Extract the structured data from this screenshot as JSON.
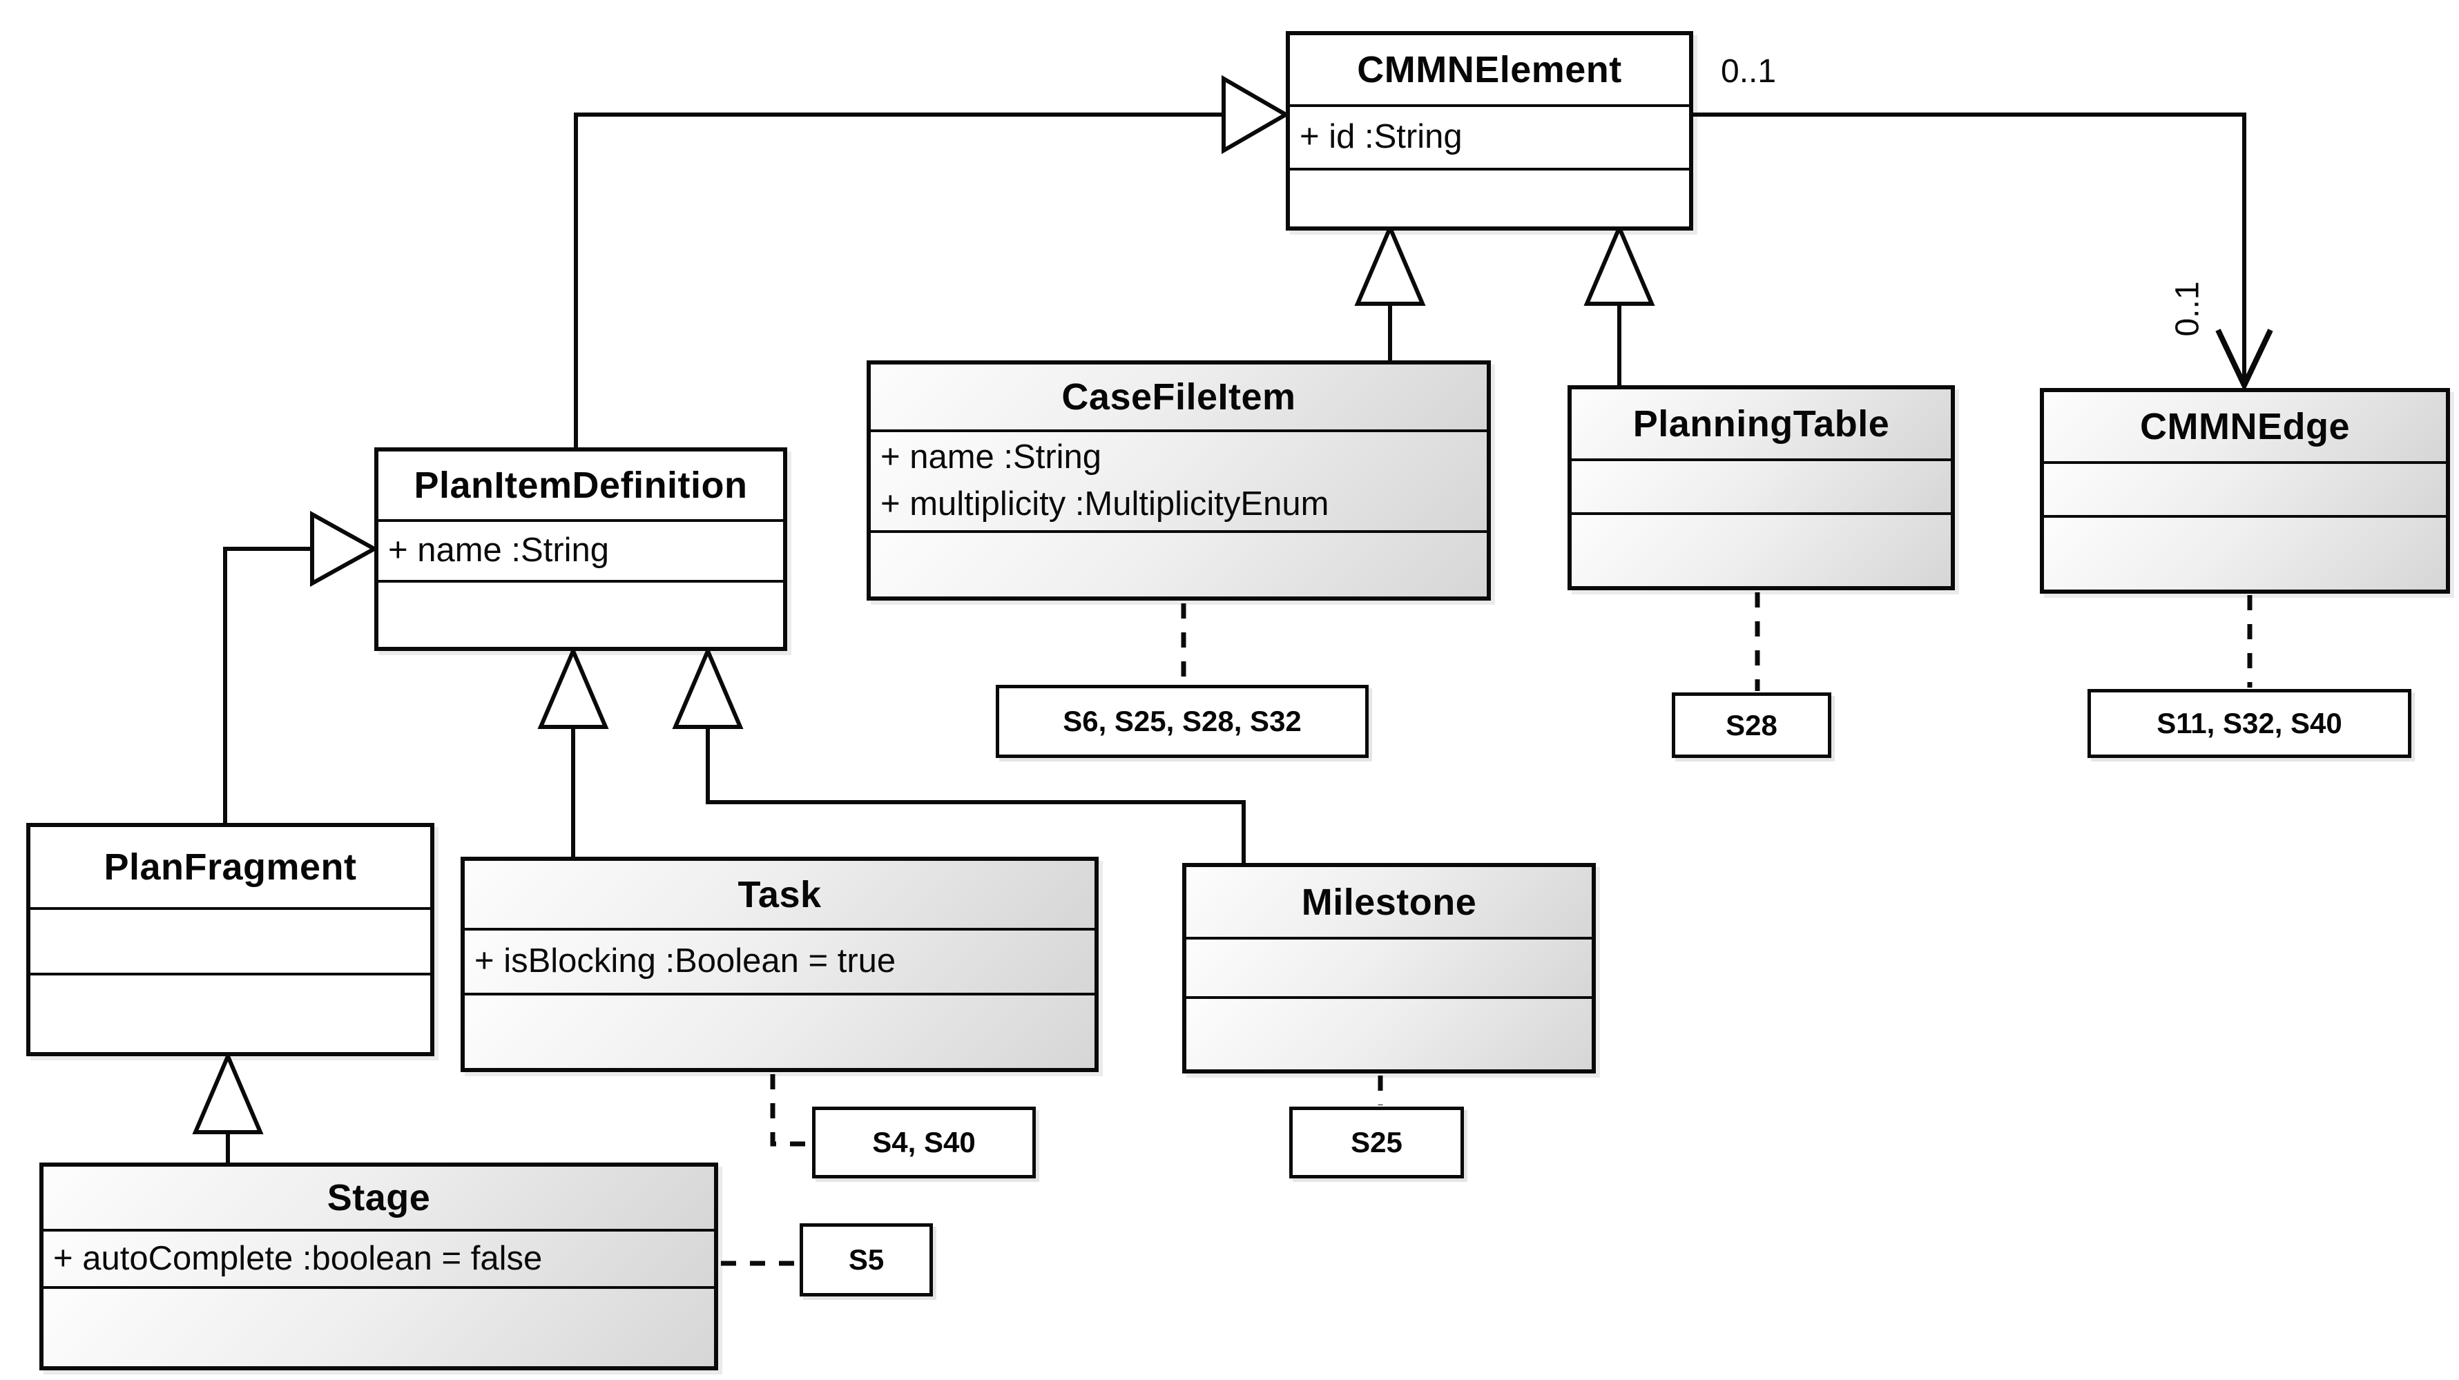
{
  "diagram": {
    "type": "uml-class-diagram",
    "subject": "CMMN metamodel excerpt with specification section references",
    "colors": {
      "line": "#0a0a0a",
      "box_fill_plain": "#ffffff",
      "box_fill_gradient_from": "#fdfdfd",
      "box_fill_gradient_to": "#d6d6d6"
    },
    "classes": [
      {
        "id": "cmmn-element",
        "name": "CMMNElement",
        "attributes": [
          "+ id :String"
        ],
        "fill": "plain"
      },
      {
        "id": "plan-item-definition",
        "name": "PlanItemDefinition",
        "attributes": [
          "+ name :String"
        ],
        "fill": "plain"
      },
      {
        "id": "case-file-item",
        "name": "CaseFileItem",
        "attributes": [
          "+ name :String",
          "+ multiplicity :MultiplicityEnum"
        ],
        "fill": "grad"
      },
      {
        "id": "planning-table",
        "name": "PlanningTable",
        "attributes": [],
        "fill": "grad"
      },
      {
        "id": "cmmn-edge",
        "name": "CMMNEdge",
        "attributes": [],
        "fill": "grad"
      },
      {
        "id": "plan-fragment",
        "name": "PlanFragment",
        "attributes": [],
        "fill": "plain"
      },
      {
        "id": "task",
        "name": "Task",
        "attributes": [
          "+ isBlocking :Boolean = true"
        ],
        "fill": "grad"
      },
      {
        "id": "milestone",
        "name": "Milestone",
        "attributes": [],
        "fill": "grad"
      },
      {
        "id": "stage",
        "name": "Stage",
        "attributes": [
          "+ autoComplete :boolean = false"
        ],
        "fill": "grad"
      }
    ],
    "notes": [
      {
        "id": "sections-case-file-item",
        "text": "S6, S25, S28, S32",
        "attached_to": "CaseFileItem"
      },
      {
        "id": "sections-planning-table",
        "text": "S28",
        "attached_to": "PlanningTable"
      },
      {
        "id": "sections-cmmn-edge",
        "text": "S11, S32, S40",
        "attached_to": "CMMNEdge"
      },
      {
        "id": "sections-task",
        "text": "S4, S40",
        "attached_to": "Task"
      },
      {
        "id": "sections-milestone",
        "text": "S25",
        "attached_to": "Milestone"
      },
      {
        "id": "sections-stage",
        "text": "S5",
        "attached_to": "Stage"
      }
    ],
    "association": {
      "from": "CMMNElement",
      "to": "CMMNEdge",
      "source_multiplicity": "0..1",
      "target_multiplicity": "0..1"
    },
    "generalizations": [
      {
        "from": "PlanItemDefinition",
        "to": "CMMNElement"
      },
      {
        "from": "CaseFileItem",
        "to": "CMMNElement"
      },
      {
        "from": "PlanningTable",
        "to": "CMMNElement"
      },
      {
        "from": "PlanFragment",
        "to": "PlanItemDefinition"
      },
      {
        "from": "Task",
        "to": "PlanItemDefinition"
      },
      {
        "from": "Milestone",
        "to": "PlanItemDefinition"
      },
      {
        "from": "Stage",
        "to": "PlanFragment"
      }
    ]
  }
}
